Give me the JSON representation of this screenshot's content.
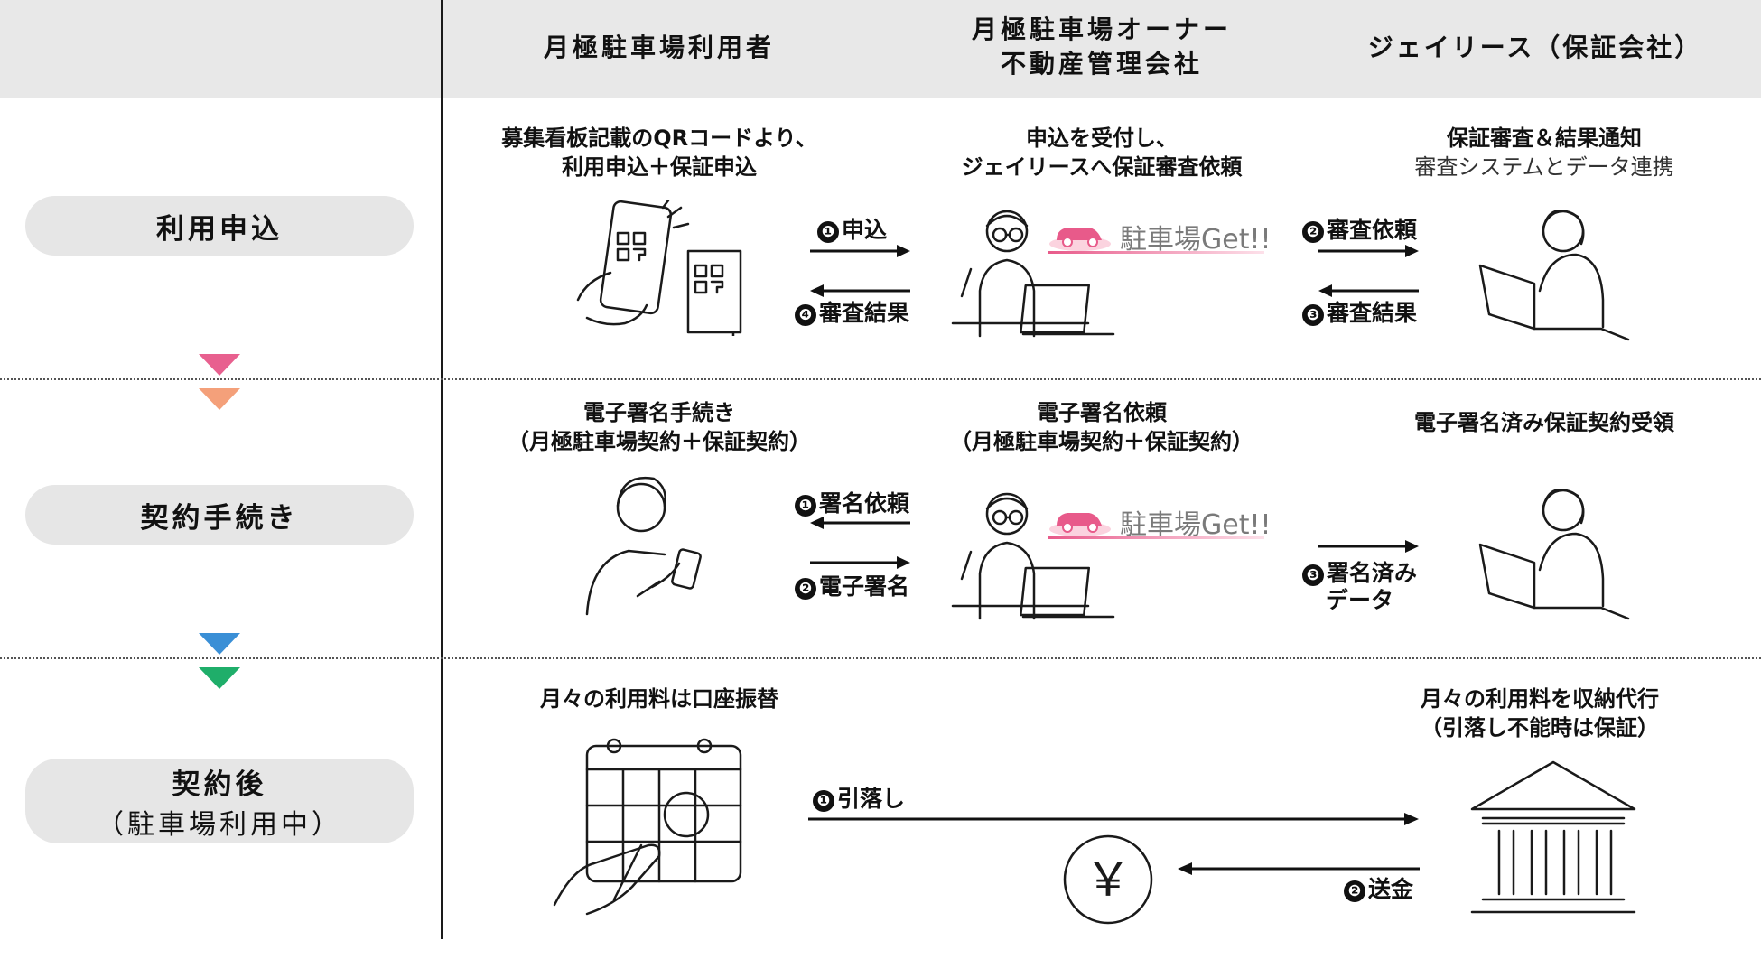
{
  "columns": {
    "user": "月極駐車場利用者",
    "owner_line1": "月極駐車場オーナー",
    "owner_line2": "不動産管理会社",
    "guarantor": "ジェイリース（保証会社）"
  },
  "stages": [
    {
      "label": "利用申込"
    },
    {
      "label": "契約手続き"
    },
    {
      "label": "契約後",
      "sub": "（駐車場利用中）"
    }
  ],
  "stage1": {
    "user_caption": [
      "募集看板記載のQRコードより、",
      "利用申込＋保証申込"
    ],
    "owner_caption": [
      "申込を受付し、",
      "ジェイリースへ保証審査依頼"
    ],
    "guarantor_caption": [
      "保証審査＆結果通知",
      "審査システムとデータ連携"
    ],
    "arrows": [
      {
        "num": "❶",
        "text": "申込"
      },
      {
        "num": "❹",
        "text": "審査結果"
      },
      {
        "num": "❷",
        "text": "審査依頼"
      },
      {
        "num": "❸",
        "text": "審査結果"
      }
    ]
  },
  "stage2": {
    "user_caption": [
      "電子署名手続き",
      "（月極駐車場契約＋保証契約）"
    ],
    "owner_caption": [
      "電子署名依頼",
      "（月極駐車場契約＋保証契約）"
    ],
    "guarantor_caption": [
      "電子署名済み保証契約受領"
    ],
    "arrows": [
      {
        "num": "❶",
        "text": "署名依頼"
      },
      {
        "num": "❷",
        "text": "電子署名"
      },
      {
        "num": "❸",
        "text": "署名済み",
        "text2": "データ"
      }
    ]
  },
  "stage3": {
    "user_caption": [
      "月々の利用料は口座振替"
    ],
    "guarantor_caption": [
      "月々の利用料を収納代行",
      "（引落し不能時は保証）"
    ],
    "arrows": [
      {
        "num": "❶",
        "text": "引落し"
      },
      {
        "num": "❷",
        "text": "送金"
      }
    ]
  },
  "logo": {
    "text": "駐車場Get!!"
  },
  "yen_symbol": "￥",
  "colors": {
    "header_bg": "#e8e8e8",
    "pill_bg": "#e6e6e6",
    "tri_pink": "#e8608f",
    "tri_salmon": "#f4a07a",
    "tri_blue": "#3a8fd6",
    "tri_green": "#1fae6a",
    "logo_pink": "#e85a8a"
  }
}
